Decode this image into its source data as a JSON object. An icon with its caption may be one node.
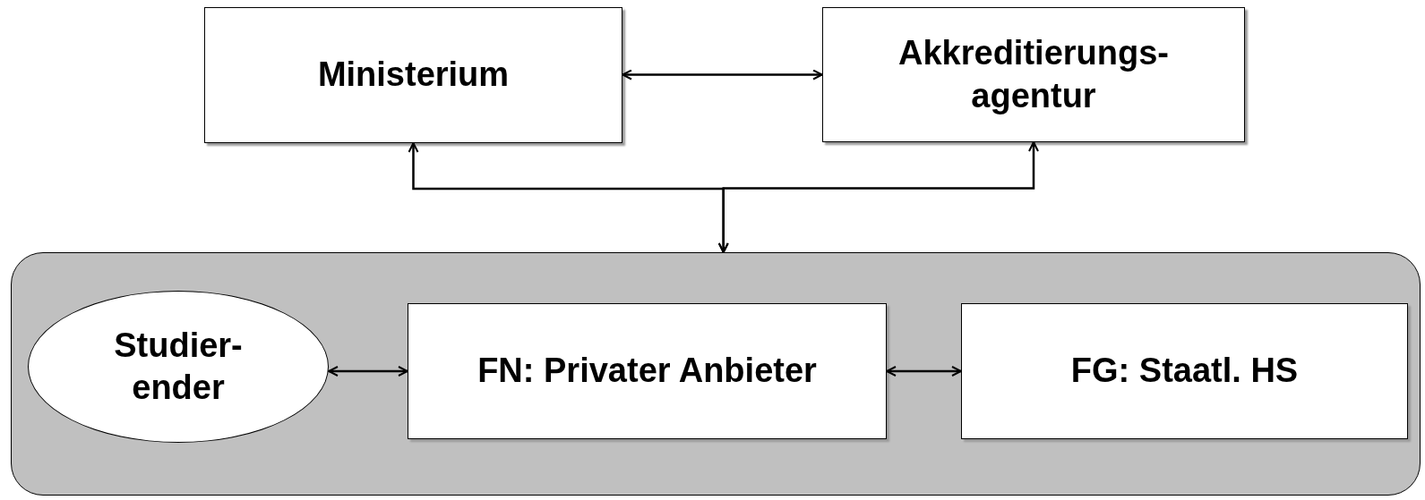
{
  "diagram": {
    "nodes": [
      {
        "text": [
          "Ministerium"
        ]
      },
      {
        "text": [
          "Akkreditierungs- agentur"
        ]
      },
      {
        "text": [],
        "shape": "box"
      },
      {
        "text": [
          "Studier- ender"
        ],
        "in": 2
      },
      {
        "text": [
          "FN: Privater Anbieter"
        ],
        "in": 2
      },
      {
        "text": [
          "FG: Staatl. HS"
        ],
        "in": 2
      }
    ],
    "edges": [
      {
        "from": 0,
        "to": 1,
        "arrow": "both"
      },
      {
        "from": 2,
        "to": 0,
        "arrow": "both"
      },
      {
        "from": 2,
        "to": 1,
        "arrow": "both"
      },
      {
        "from": 3,
        "to": 4,
        "arrow": "both"
      },
      {
        "from": 4,
        "to": 5,
        "arrow": "both"
      }
    ]
  }
}
